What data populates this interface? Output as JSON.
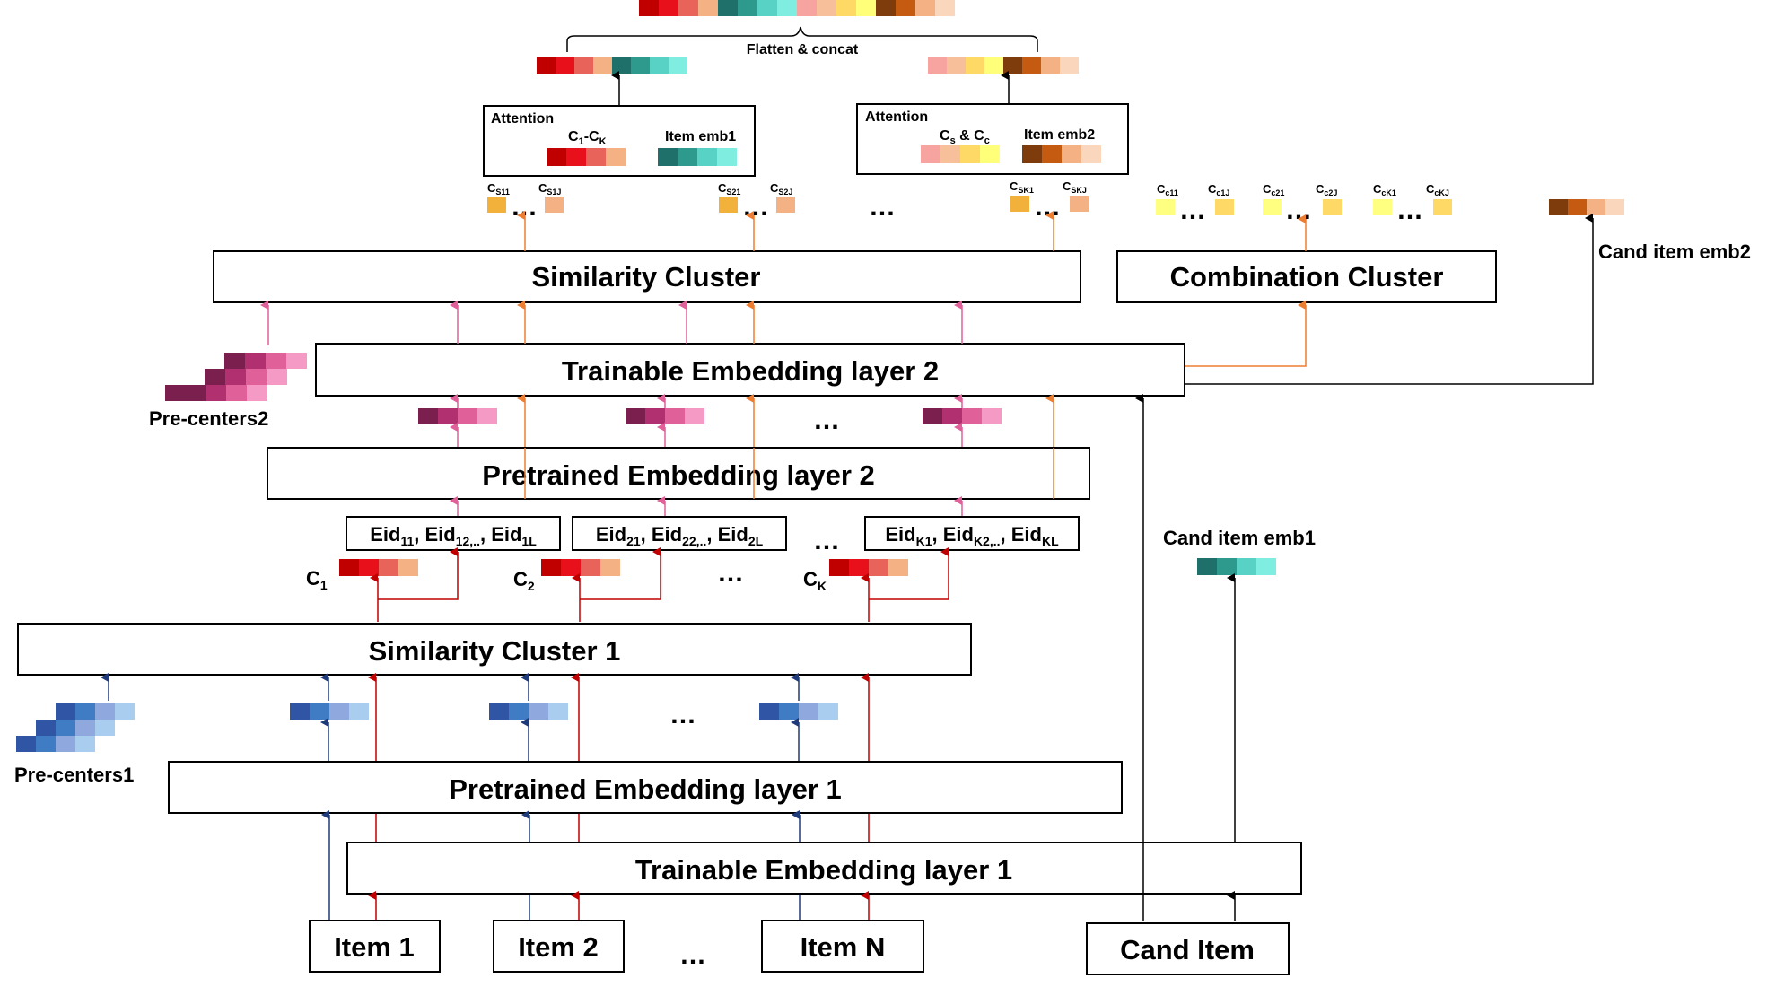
{
  "labels": {
    "flatten_concat": "Flatten & concat",
    "attention": "Attention",
    "c1_ck": "C",
    "c1_ck_sub1": "1",
    "c1_ck_mid": "-C",
    "c1_ck_sub2": "K",
    "item_emb1": "Item emb1",
    "cs_cc_a": "C",
    "cs_cc_s": "s",
    "cs_cc_mid": " & C",
    "cs_cc_c": "c",
    "item_emb2": "Item emb2",
    "similarity_cluster": "Similarity Cluster",
    "combination_cluster": "Combination Cluster",
    "cand_item_emb2": "Cand item emb2",
    "trainable_embedding_2": "Trainable Embedding layer 2",
    "pre_centers2": "Pre-centers2",
    "pretrained_embedding_2": "Pretrained Embedding layer 2",
    "cand_item_emb1": "Cand item emb1",
    "similarity_cluster_1": "Similarity Cluster 1",
    "pre_centers1": "Pre-centers1",
    "pretrained_embedding_1": "Pretrained Embedding layer 1",
    "trainable_embedding_1": "Trainable Embedding layer 1",
    "item_1": "Item 1",
    "item_2": "Item 2",
    "item_n": "Item N",
    "cand_item": "Cand Item",
    "ellipsis": "…",
    "cluster_c": "C",
    "cluster_sub_1": "1",
    "cluster_sub_2": "2",
    "cluster_sub_k": "K"
  },
  "eid_groups": [
    {
      "p": "Eid",
      "s1": "11",
      "m1": ", Eid",
      "s2": "12,..",
      "m2": ", Eid",
      "s3": "1L"
    },
    {
      "p": "Eid",
      "s1": "21",
      "m1": ", Eid",
      "s2": "22,..",
      "m2": ", Eid",
      "s3": "2L"
    },
    {
      "p": "Eid",
      "s1": "K1",
      "m1": ", Eid",
      "s2": "K2,..",
      "m2": ", Eid",
      "s3": "KL"
    }
  ],
  "cluster_node_labels": {
    "s11": "S11",
    "s1j": "S1J",
    "s21": "S21",
    "s2j": "S2J",
    "sk1": "SK1",
    "skj": "SKJ",
    "c11": "c11",
    "c1j": "c1J",
    "c21": "c21",
    "c2j": "c2J",
    "ck1": "cK1",
    "ckj": "cKJ"
  },
  "colors": {
    "red_strip": [
      "#c00000",
      "#e8101a",
      "#e8645a",
      "#f4b183"
    ],
    "teal_strip": [
      "#1f6f6a",
      "#2e9a8d",
      "#57d2c4",
      "#7feee0"
    ],
    "pink_strip": [
      "#7b1f4e",
      "#b03070",
      "#e0609a",
      "#f59ac5"
    ],
    "blue_strip": [
      "#2f55a4",
      "#3f7cc4",
      "#8fa8de",
      "#a9cdee"
    ],
    "brown_strip": [
      "#7e3b0c",
      "#c55a11",
      "#f4b183",
      "#fad6bd"
    ],
    "yellow_strip": [
      "#f7a4a0",
      "#f8c09a",
      "#ffd966",
      "#ffff7a"
    ],
    "orange_node": "#f2b13a",
    "peach_node": "#f4b183",
    "yellow_node": "#ffff80",
    "gold_node": "#ffd966",
    "arrow_red": "#c00000",
    "arrow_navy": "#1f3a7a",
    "arrow_pink": "#e0609a",
    "arrow_orange": "#ed7d31",
    "arrow_black": "#000000"
  }
}
